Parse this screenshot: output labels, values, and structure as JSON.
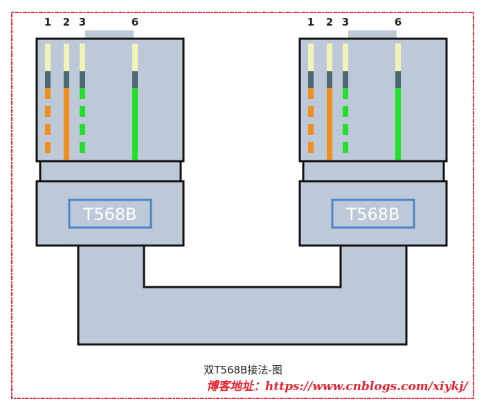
{
  "colors": {
    "frame": "#e8232f",
    "connector_fill": "#bdc9d9",
    "outline": "#111111",
    "label_border": "#4a86c8",
    "label_text": "#ffffff",
    "wire_cream": "#f2f3b6",
    "wire_contact": "#4d6773",
    "wire_orange": "#f08f1f",
    "wire_green": "#22e02a"
  },
  "connectors": [
    {
      "side": "left",
      "label": "T568B",
      "pins": [
        {
          "number": "1",
          "wire": "orange-white",
          "style": "dashed"
        },
        {
          "number": "2",
          "wire": "orange",
          "style": "solid"
        },
        {
          "number": "3",
          "wire": "green-white",
          "style": "dashed"
        },
        {
          "number": "6",
          "wire": "green",
          "style": "solid"
        }
      ]
    },
    {
      "side": "right",
      "label": "T568B",
      "pins": [
        {
          "number": "1",
          "wire": "orange-white",
          "style": "dashed"
        },
        {
          "number": "2",
          "wire": "orange",
          "style": "solid"
        },
        {
          "number": "3",
          "wire": "green-white",
          "style": "dashed"
        },
        {
          "number": "6",
          "wire": "green",
          "style": "solid"
        }
      ]
    }
  ],
  "caption": "双T568B接法-图",
  "watermark": "博客地址：https://www.cnblogs.com/xiykj/"
}
